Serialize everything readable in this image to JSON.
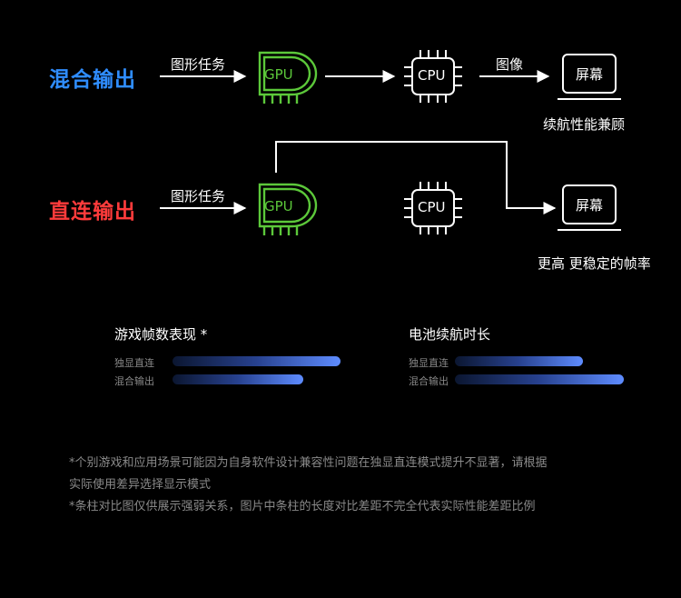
{
  "hybrid": {
    "title": "混合输出",
    "title_color": "#2f8dff",
    "task_label": "图形任务",
    "gpu_label": "GPU",
    "cpu_label": "CPU",
    "image_label": "图像",
    "screen_label": "屏幕",
    "caption": "续航性能兼顾"
  },
  "direct": {
    "title": "直连输出",
    "title_color": "#ff3b3b",
    "task_label": "图形任务",
    "gpu_label": "GPU",
    "cpu_label": "CPU",
    "screen_label": "屏幕",
    "caption": "更高 更稳定的帧率"
  },
  "colors": {
    "gpu": "#5cc83a",
    "cpu": "#ffffff",
    "line": "#ffffff"
  },
  "charts": [
    {
      "title": "游戏帧数表现 *",
      "rows": [
        {
          "label": "独显直连",
          "fraction": 1.0
        },
        {
          "label": "混合输出",
          "fraction": 0.78
        }
      ]
    },
    {
      "title": "电池续航时长",
      "rows": [
        {
          "label": "独显直连",
          "fraction": 0.76
        },
        {
          "label": "混合输出",
          "fraction": 1.0
        }
      ]
    }
  ],
  "notes": {
    "line1": "*个别游戏和应用场景可能因为自身软件设计兼容性问题在独显直连模式提升不显著，请根据",
    "line2": "实际使用差异选择显示模式",
    "line3": "*条柱对比图仅供展示强弱关系，图片中条柱的长度对比差距不完全代表实际性能差距比例"
  }
}
